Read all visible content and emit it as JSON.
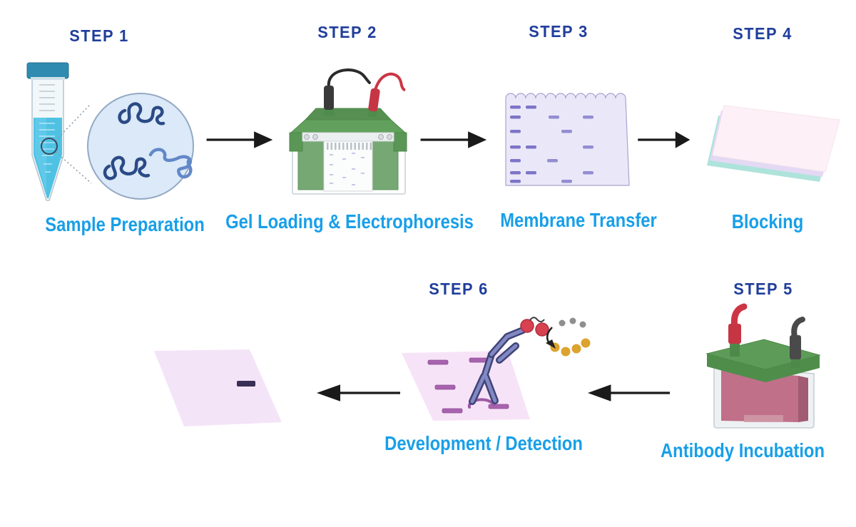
{
  "diagram": {
    "subject": "Western blot workflow",
    "rows": 2,
    "step_count": 6
  },
  "colors": {
    "background": "#ffffff",
    "step_title_text": "#203e9b",
    "step_label_text": "#189fe8",
    "arrow": "#1a1a1a",
    "tube_cap_teal": "#2f8cb0",
    "sample_liquid_cyan": "#4fc2e4",
    "protein_dark_blue": "#2b4a86",
    "protein_light_blue": "#6288c8",
    "apparatus_green": "#61a15d",
    "cable_black": "#2b2b2b",
    "cable_red": "#cc3644",
    "membrane_lavender": "#eae8f8",
    "membrane_band_purple": "#7d75c8",
    "blocking_pink": "#fcedf4",
    "blocking_lavender": "#e3d9f4",
    "blocking_teal": "#aee3db",
    "incubation_mauve": "#c07089",
    "detection_membrane_pink": "#f7e3f7",
    "detection_band_purple": "#a763ae",
    "antibody_slate": "#8289c2",
    "enzyme_red": "#d8414f",
    "substrate_gray": "#8f8f8f",
    "product_gold": "#dca32e",
    "result_band_dark": "#3a2f55"
  },
  "steps": [
    {
      "title": "STEP 1",
      "label": "Sample Preparation",
      "icon": "sample-tube-with-magnified-proteins-icon"
    },
    {
      "title": "STEP 2",
      "label": "Gel Loading & Electrophoresis",
      "icon": "electrophoresis-gel-tank-icon"
    },
    {
      "title": "STEP 3",
      "label": "Membrane Transfer",
      "icon": "blot-membrane-with-bands-icon"
    },
    {
      "title": "STEP 4",
      "label": "Blocking",
      "icon": "blocking-sheet-stack-icon"
    },
    {
      "title": "STEP 5",
      "label": "Antibody Incubation",
      "icon": "antibody-incubation-tank-icon"
    },
    {
      "title": "STEP 6",
      "label": "Development / Detection",
      "icon": "antibody-on-membrane-detection-icon"
    }
  ],
  "result": {
    "icon": "developed-membrane-single-band-icon"
  },
  "arrows": [
    {
      "from": "step-1",
      "to": "step-2",
      "direction": "right"
    },
    {
      "from": "step-2",
      "to": "step-3",
      "direction": "right"
    },
    {
      "from": "step-3",
      "to": "step-4",
      "direction": "right"
    },
    {
      "from": "step-5",
      "to": "step-6",
      "direction": "left"
    },
    {
      "from": "step-6",
      "to": "result",
      "direction": "left"
    }
  ]
}
